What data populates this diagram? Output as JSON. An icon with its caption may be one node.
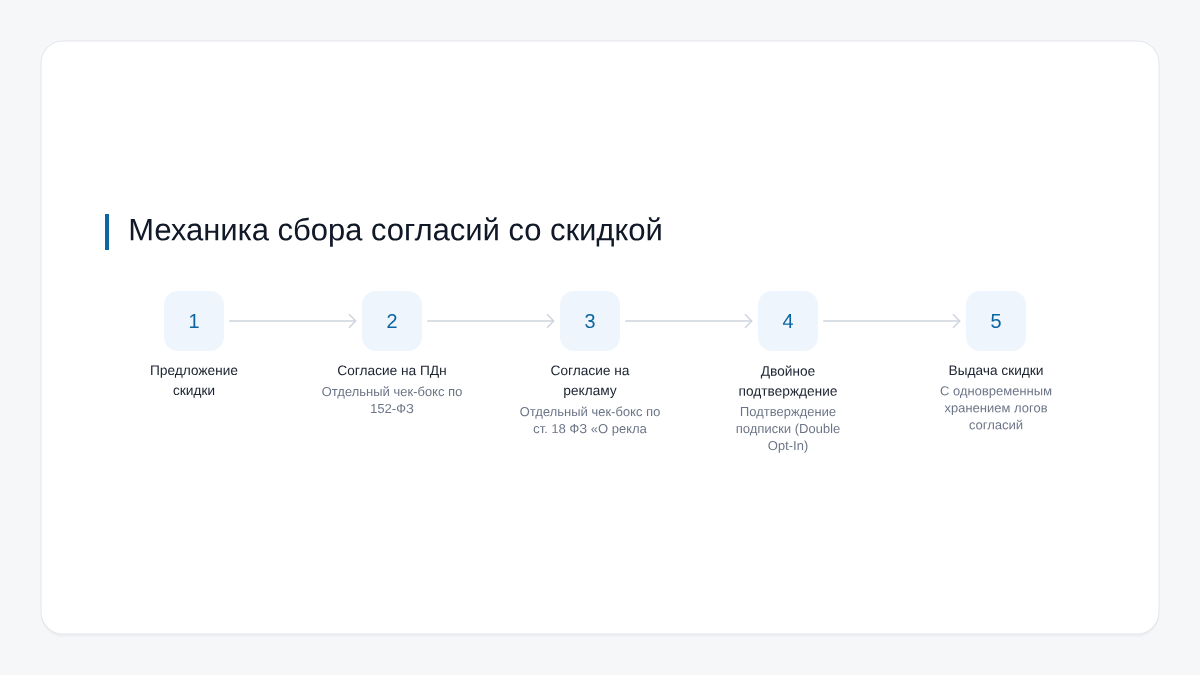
{
  "diagram": {
    "title": "Механика сбора согласий со скидкой",
    "nodes": [
      {
        "text": [
          "1"
        ],
        "beside": [
          "Предложение скидки"
        ]
      },
      {
        "text": [
          "2"
        ],
        "beside": [
          "Согласие на ПДн",
          "Отдельный чек-бокс по 152-ФЗ"
        ]
      },
      {
        "text": [
          "3"
        ],
        "beside": [
          "Согласие на рекламу",
          "Отдельный чек-бокс по ст. 18 ФЗ «О рекла"
        ]
      },
      {
        "text": [
          "4"
        ],
        "beside": [
          "Двойное подтверждение",
          "Подтверждение подписки (Double Opt-In)"
        ]
      },
      {
        "text": [
          "5"
        ],
        "beside": [
          "Выдача скидки",
          "С одновременным хранением логов согласий"
        ]
      }
    ],
    "edges": [
      {
        "from": 0,
        "to": 1,
        "arrow": "to"
      },
      {
        "from": 1,
        "to": 2,
        "arrow": "to"
      },
      {
        "from": 2,
        "to": 3,
        "arrow": "to"
      },
      {
        "from": 3,
        "to": 4,
        "arrow": "to"
      }
    ]
  }
}
